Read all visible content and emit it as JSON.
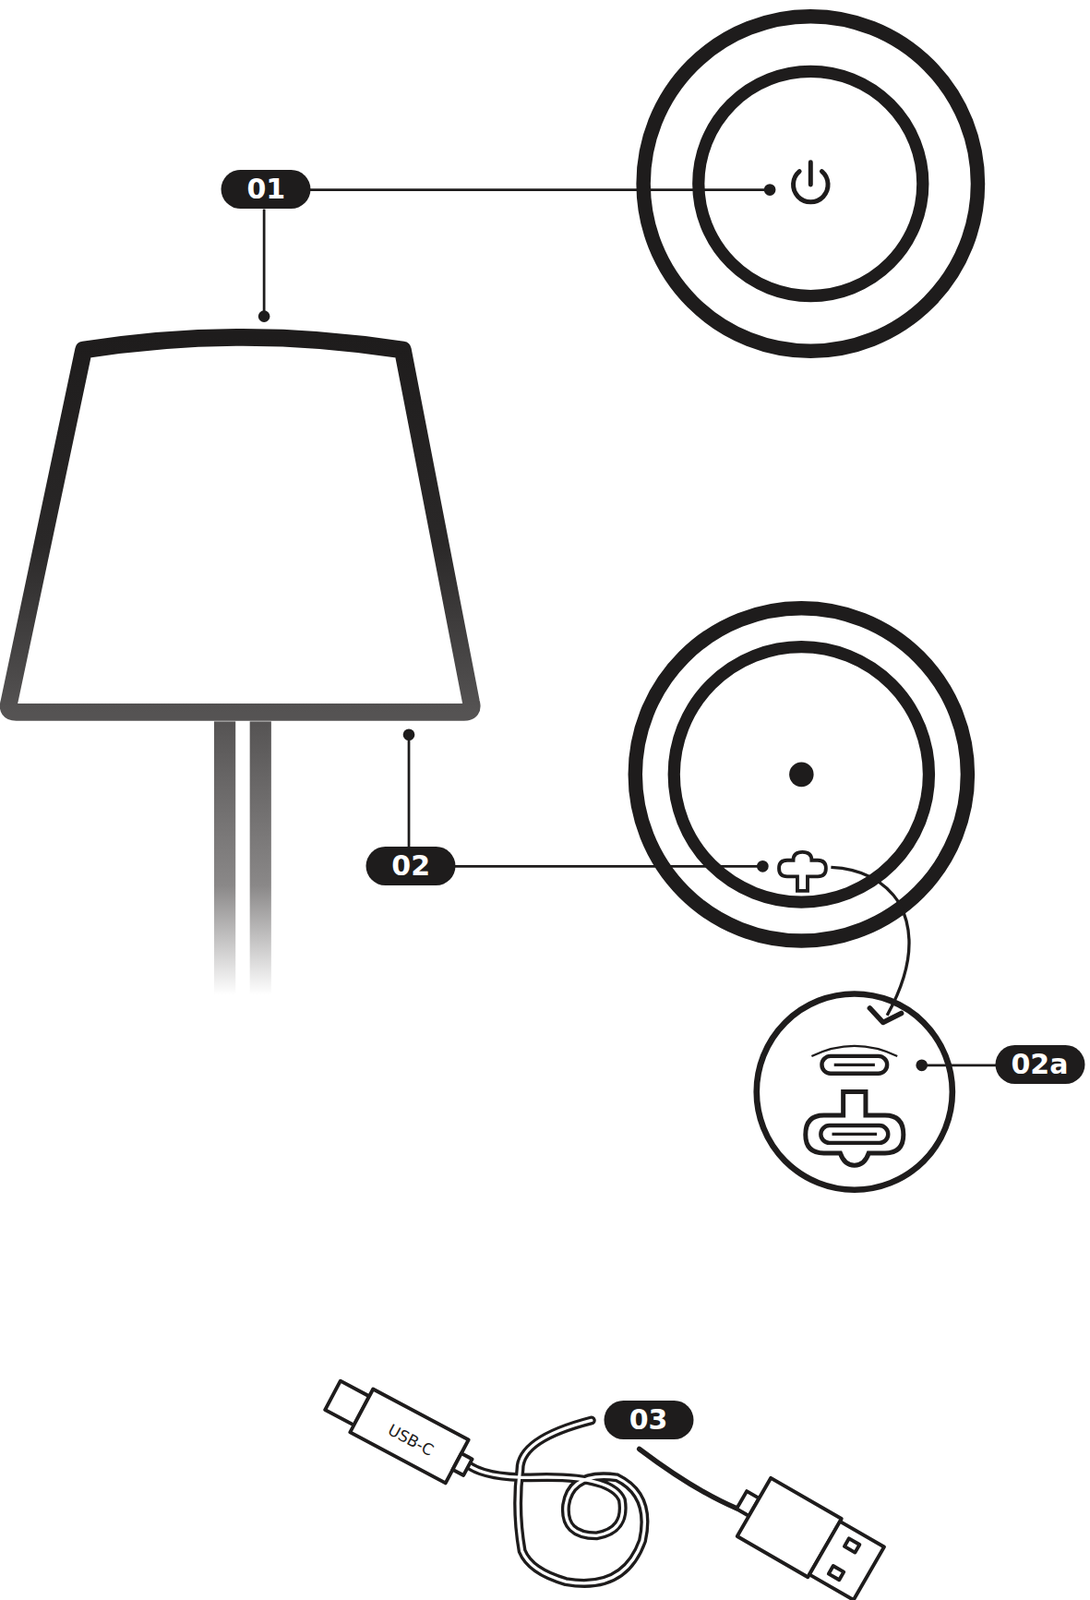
{
  "diagram": {
    "labels": [
      "01",
      "02",
      "02a",
      "03",
      "USB-C"
    ]
  }
}
